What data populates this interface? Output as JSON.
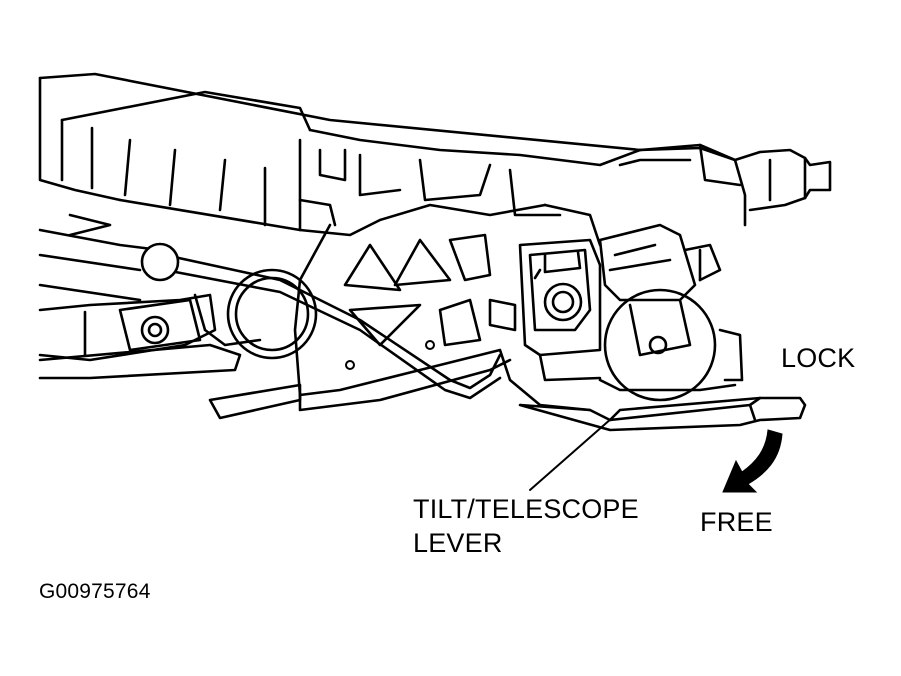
{
  "labels": {
    "lock": "LOCK",
    "free": "FREE",
    "lever_line1": "TILT/TELESCOPE",
    "lever_line2": "LEVER",
    "figure_id": "G00975764"
  },
  "colors": {
    "line": "#000000",
    "background": "#ffffff"
  }
}
